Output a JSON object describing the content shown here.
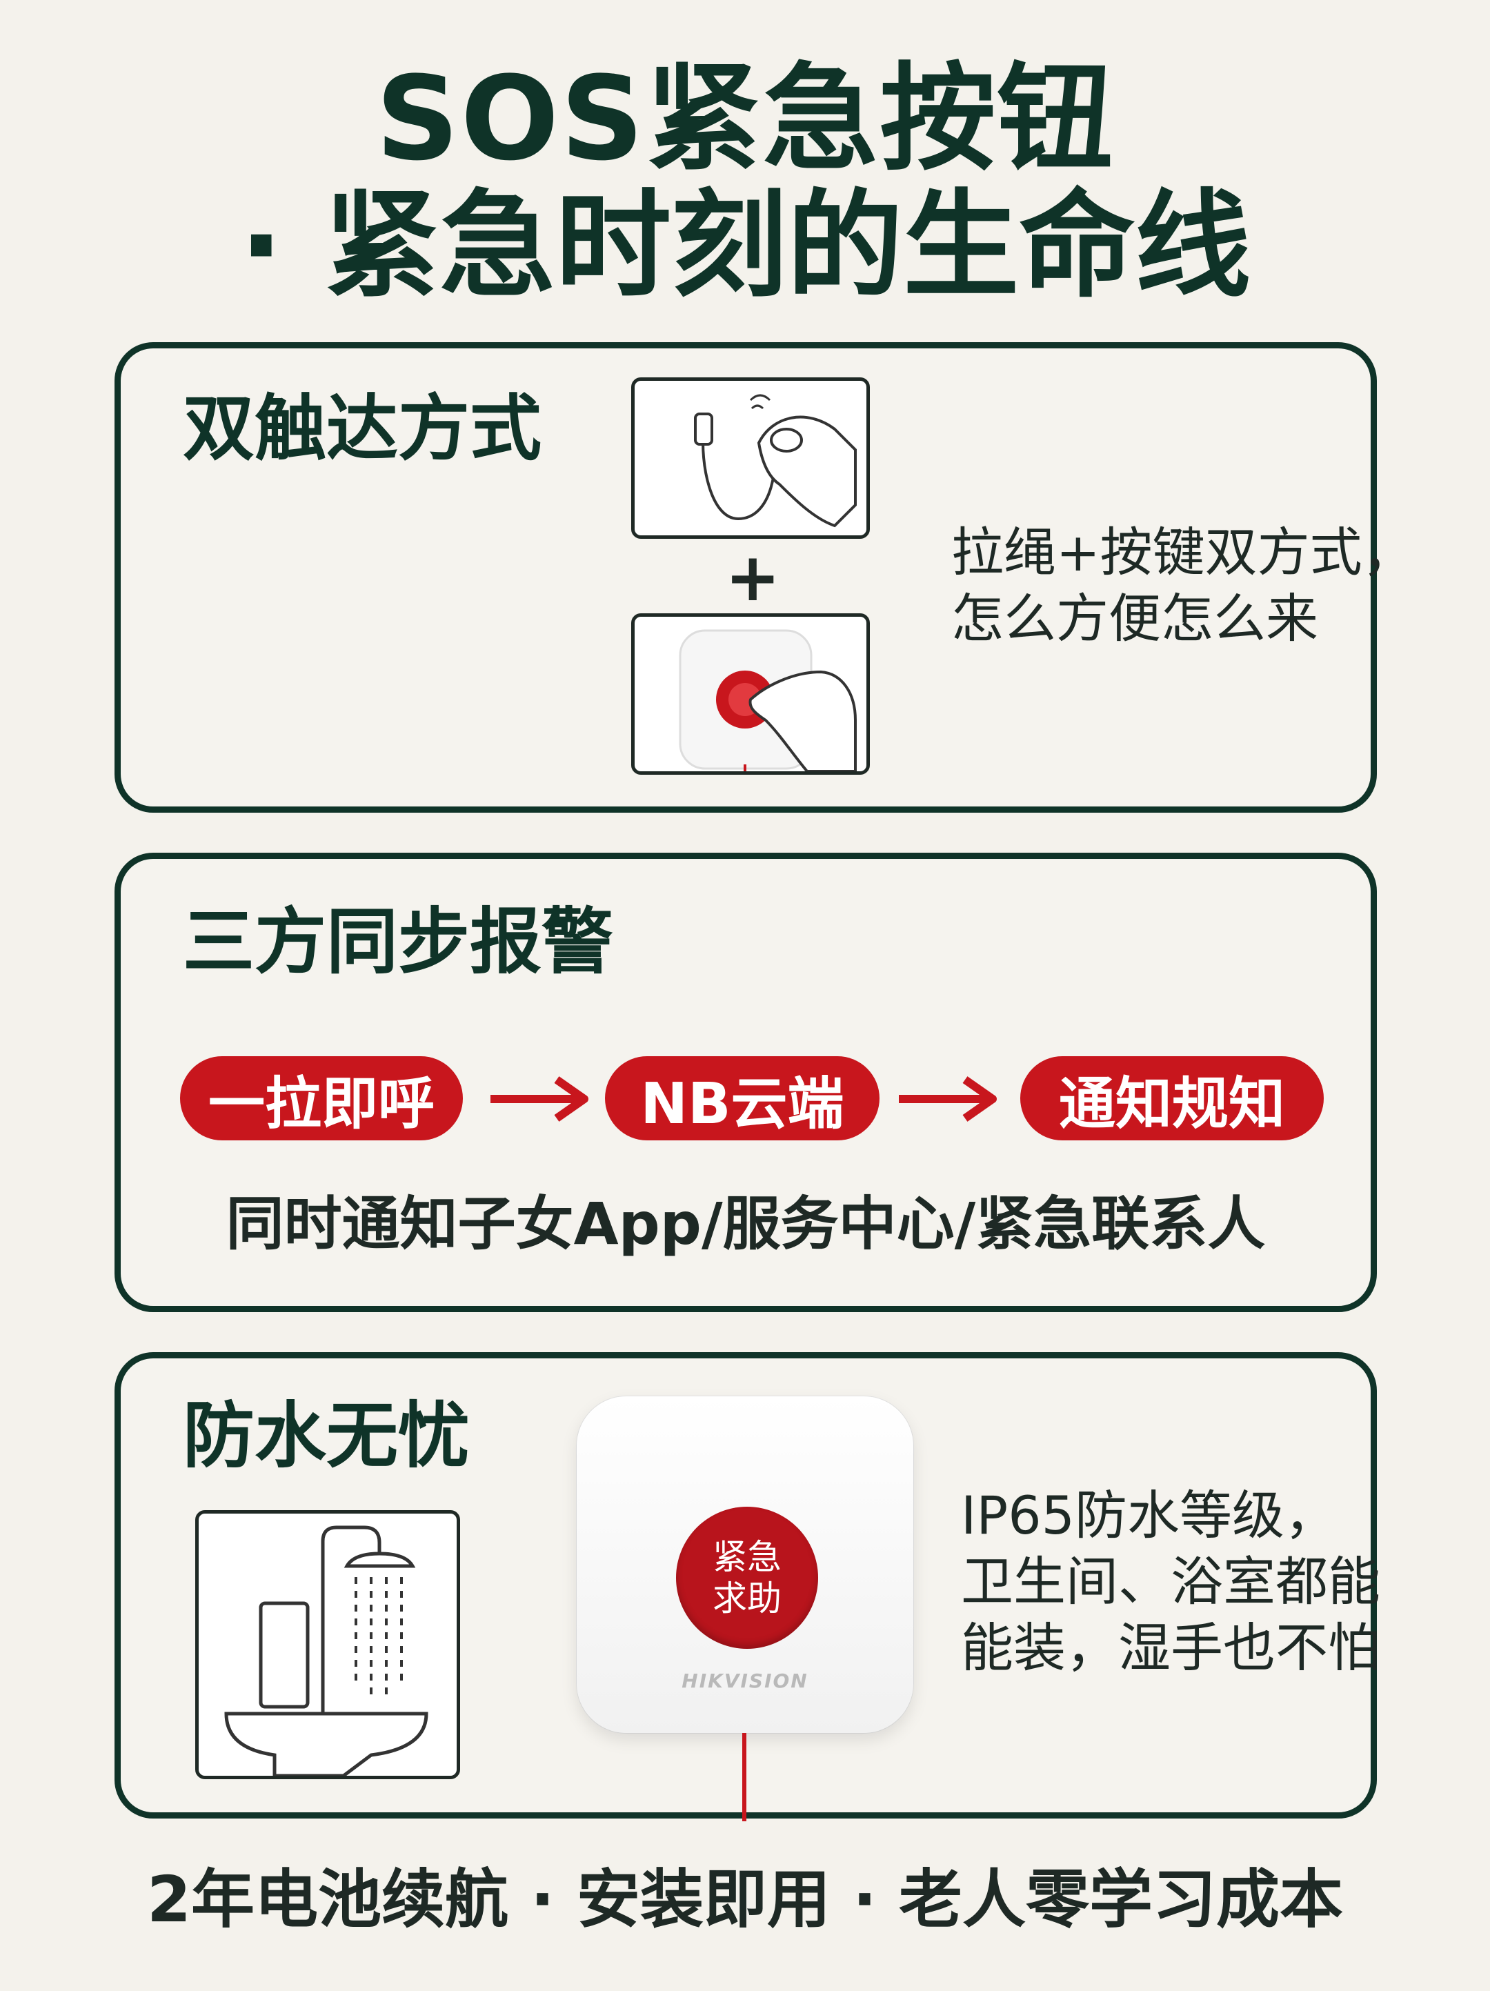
{
  "title_line1": "SOS紧急按钮",
  "title_line2": "· 紧急时刻的生命线",
  "section1": {
    "title": "双触达方式",
    "plus": "+",
    "desc_line1": "拉绳+按键双方式，",
    "desc_line2": "怎么方便怎么来"
  },
  "section2": {
    "title": "三方同步报警",
    "steps": [
      "一拉即呼",
      "NB云端",
      "通知规知"
    ],
    "subtitle": "同时通知子女App/服务中心/紧急联系人"
  },
  "section3": {
    "title": "防水无忧",
    "button_line1": "紧急",
    "button_line2": "求助",
    "brand": "HIKVISION",
    "desc_line1": "IP65防水等级，",
    "desc_line2": "卫生间、浴室都能",
    "desc_line3": "能装，湿手也不怕"
  },
  "footer": "2年电池续航 · 安装即用 · 老人零学习成本",
  "colors": {
    "accent_red": "#c8161d",
    "dark_green": "#0f3328",
    "background": "#f4f2ec"
  }
}
